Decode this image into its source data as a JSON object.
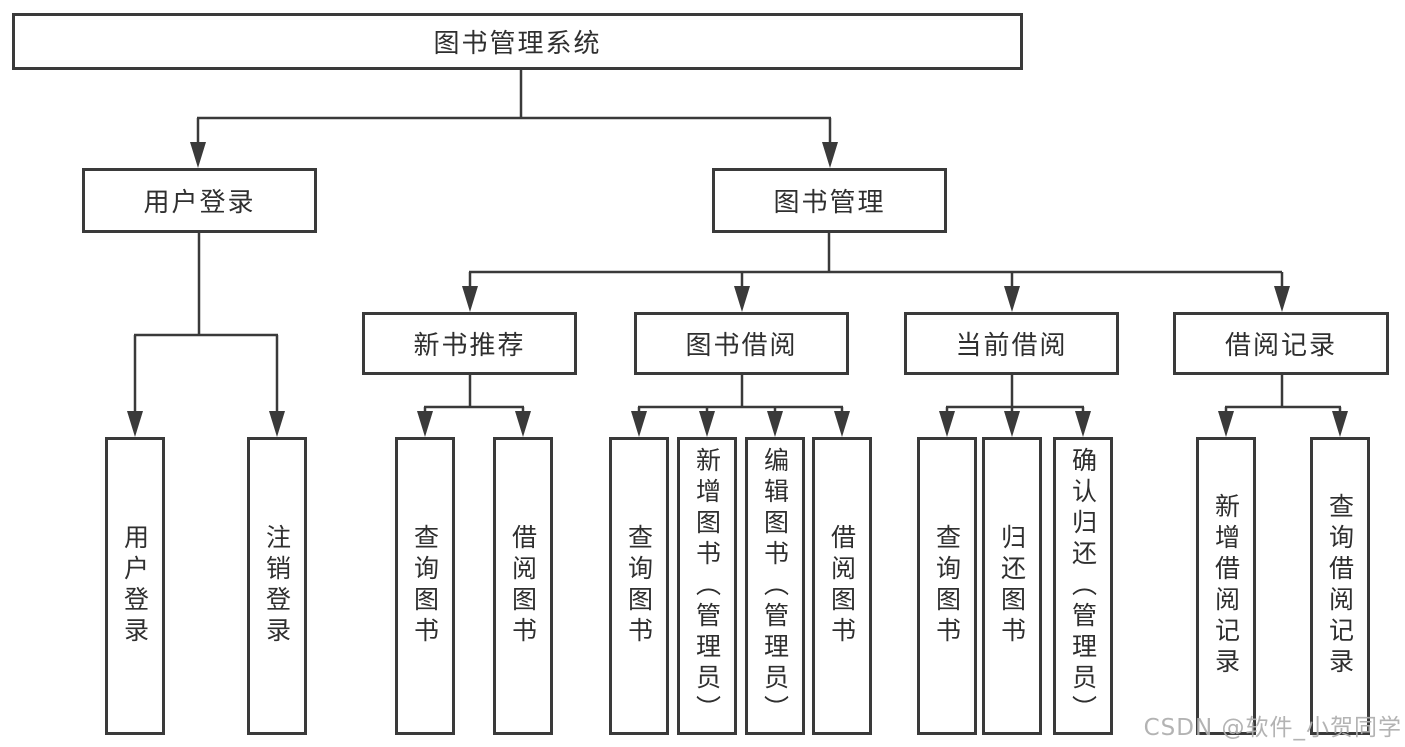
{
  "tree": {
    "root": {
      "label": "图书管理系统",
      "children": [
        {
          "label": "用户登录",
          "children": [
            {
              "label": "用户登录"
            },
            {
              "label": "注销登录"
            }
          ]
        },
        {
          "label": "图书管理",
          "children": [
            {
              "label": "新书推荐",
              "children": [
                {
                  "label": "查询图书"
                },
                {
                  "label": "借阅图书"
                }
              ]
            },
            {
              "label": "图书借阅",
              "children": [
                {
                  "label": "查询图书"
                },
                {
                  "label": "新增图书（管理员）"
                },
                {
                  "label": "编辑图书（管理员）"
                },
                {
                  "label": "借阅图书"
                }
              ]
            },
            {
              "label": "当前借阅",
              "children": [
                {
                  "label": "查询图书"
                },
                {
                  "label": "归还图书"
                },
                {
                  "label": "确认归还（管理员）"
                }
              ]
            },
            {
              "label": "借阅记录",
              "children": [
                {
                  "label": "新增借阅记录"
                },
                {
                  "label": "查询借阅记录"
                }
              ]
            }
          ]
        }
      ]
    }
  },
  "watermark": {
    "text": "CSDN @软件_小贺同学"
  },
  "colors": {
    "background": "#ffffff",
    "line": "#3a3a3a",
    "box_border": "#3a3a3a",
    "text": "#2f2f2f",
    "watermark": "#afafaf"
  }
}
